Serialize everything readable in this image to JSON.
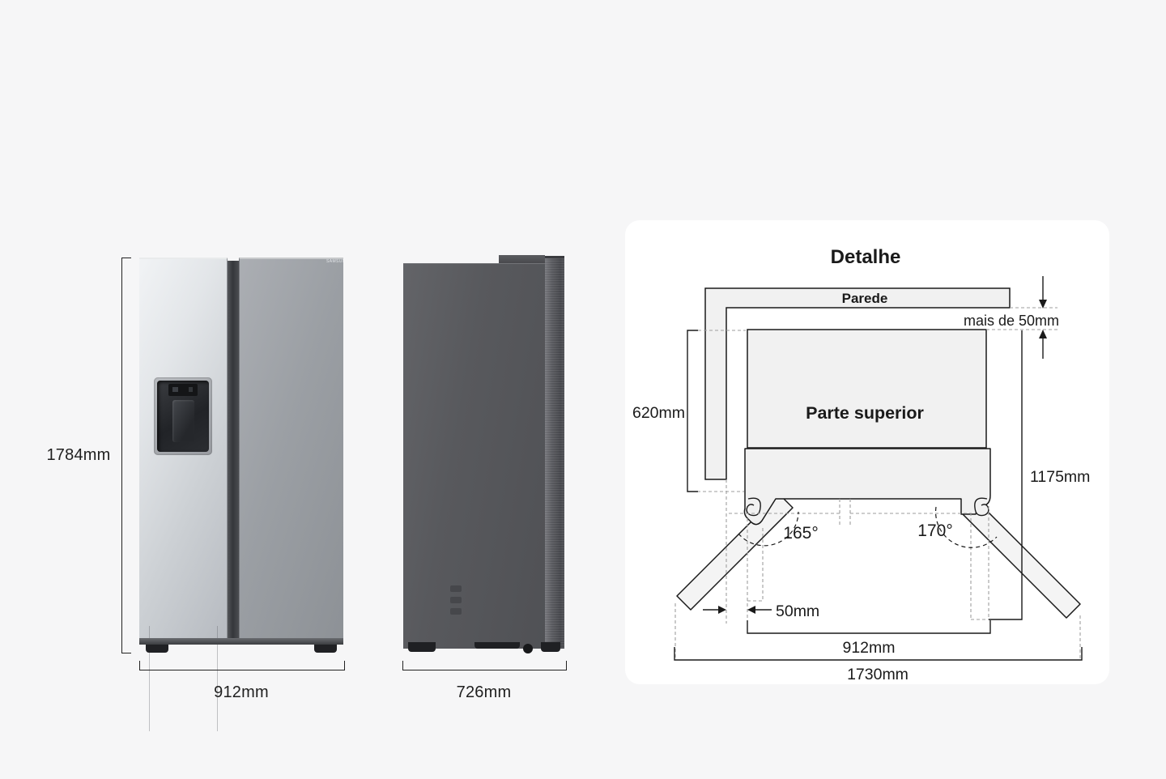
{
  "page": {
    "background": "#f6f6f7",
    "card_background": "#ffffff",
    "line_color": "#1a1a1a",
    "dash_color": "#9e9e9e"
  },
  "front_view": {
    "brand": "SAMSUNG",
    "height_label": "1784mm",
    "width_label": "912mm"
  },
  "side_view": {
    "depth_label": "726mm"
  },
  "detail": {
    "title": "Detalhe",
    "wall_label": "Parede",
    "top_label": "Parte superior",
    "clearance_back": "mais de 50mm",
    "clearance_side": "50mm",
    "left_door_angle": "165°",
    "right_door_angle": "170°",
    "side_wall_depth": "620mm",
    "open_door_depth": "1175mm",
    "body_width": "912mm",
    "total_open_width": "1730mm"
  }
}
